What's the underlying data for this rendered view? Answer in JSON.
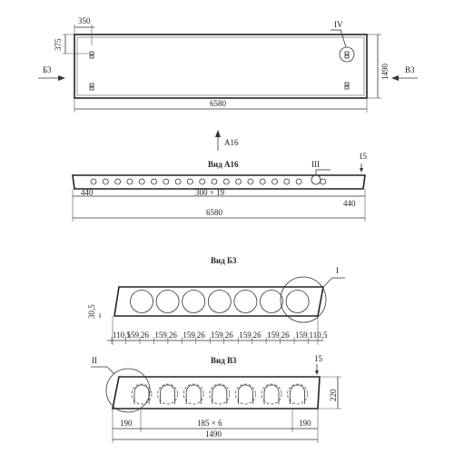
{
  "plan": {
    "dim_350": "350",
    "dim_375": "375",
    "label_b3": "Б3",
    "label_v3": "В3",
    "dim_1490": "1490",
    "dim_6580": "6580",
    "callout_iv": "IV",
    "arrow_label": "А16"
  },
  "view_a16": {
    "title": "Вид А16",
    "dim_15": "15",
    "callout_iii": "III",
    "dim_440_left": "440",
    "dim_pitch": "300 × 19",
    "dim_440_right": "440",
    "dim_total": "6580"
  },
  "view_b3": {
    "title": "Вид Б3",
    "callout_i": "I",
    "dim_thickness": "30,5",
    "dim_row": [
      "110,5",
      "159",
      "26",
      "159",
      "26",
      "159",
      "26",
      "159",
      "26",
      "159",
      "26",
      "159",
      "26",
      "159",
      "110,5"
    ]
  },
  "view_v3": {
    "title": "Вид В3",
    "dim_15": "15",
    "callout_ii": "II",
    "dim_220": "220",
    "dim_190_left": "190",
    "dim_pitch": "185 × 6",
    "dim_190_right": "190",
    "dim_total": "1490"
  }
}
